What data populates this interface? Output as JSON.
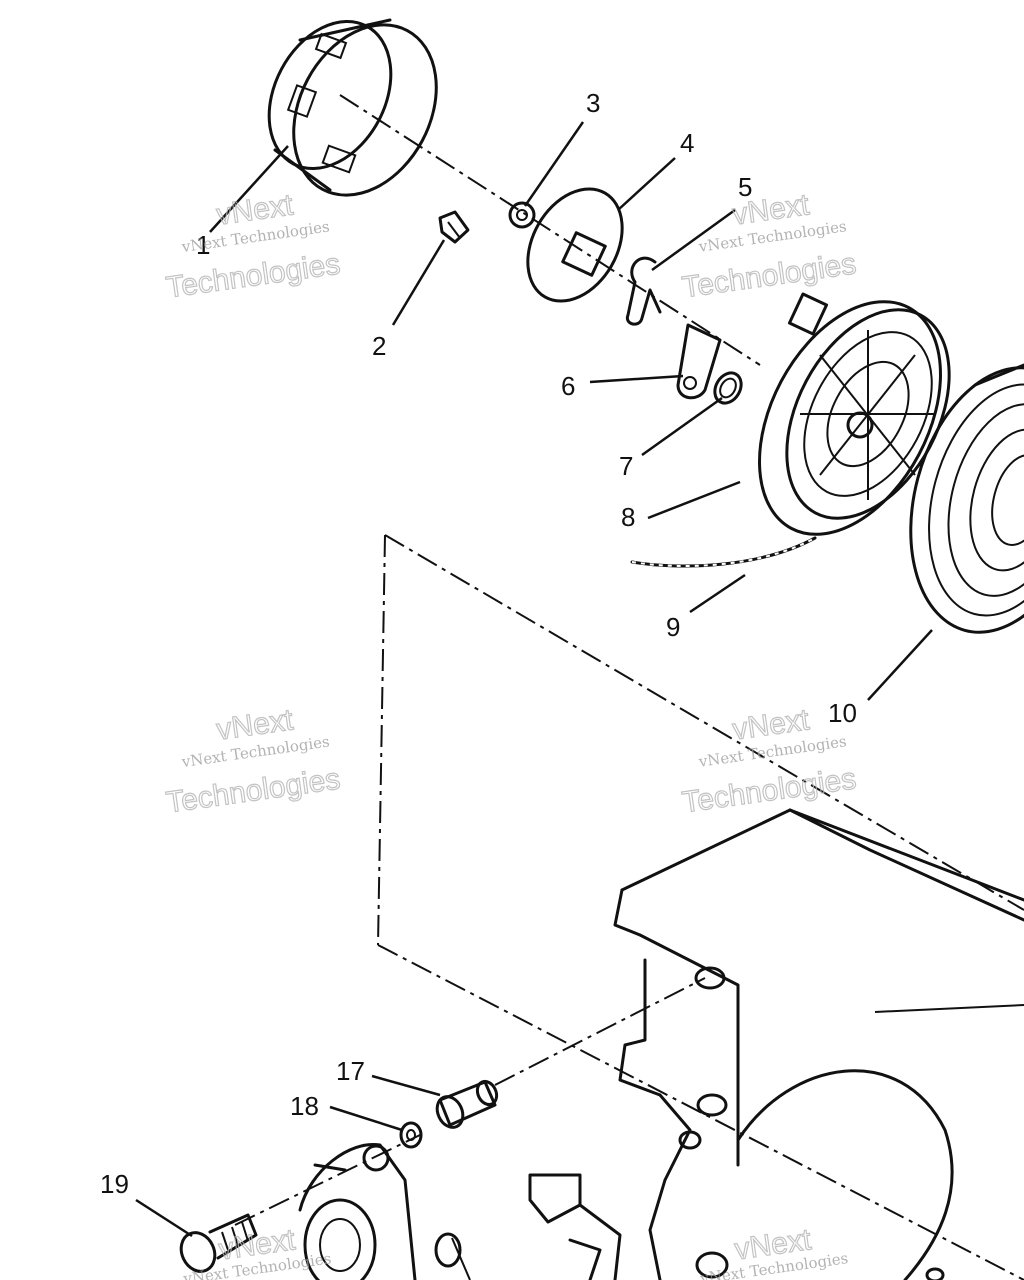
{
  "callouts": [
    {
      "id": "1",
      "label": "1"
    },
    {
      "id": "2",
      "label": "2"
    },
    {
      "id": "3",
      "label": "3"
    },
    {
      "id": "4",
      "label": "4"
    },
    {
      "id": "5",
      "label": "5"
    },
    {
      "id": "6",
      "label": "6"
    },
    {
      "id": "7",
      "label": "7"
    },
    {
      "id": "8",
      "label": "8"
    },
    {
      "id": "9",
      "label": "9"
    },
    {
      "id": "10",
      "label": "10"
    },
    {
      "id": "17",
      "label": "17"
    },
    {
      "id": "18",
      "label": "18"
    },
    {
      "id": "19",
      "label": "19"
    }
  ],
  "watermark": {
    "line1": "vNext Technologies",
    "line2a": "vNext",
    "line2b": "Technologies"
  }
}
